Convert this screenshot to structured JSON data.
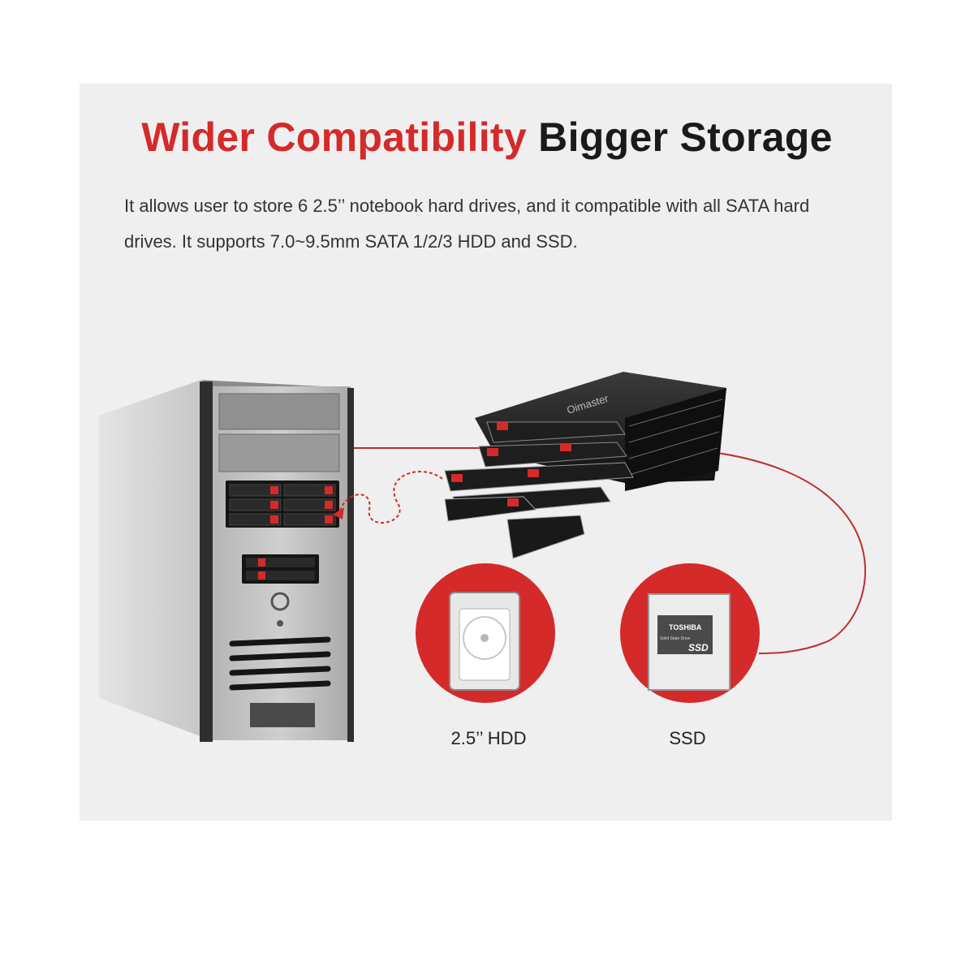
{
  "headline": {
    "accent": "Wider Compatibility",
    "rest": "Bigger Storage",
    "accent_color": "#d42a2a"
  },
  "description": "It allows user to store 6 2.5’’ notebook hard drives, and it compatible with all SATA hard drives. It supports 7.0~9.5mm SATA 1/2/3 HDD and SSD.",
  "enclosure": {
    "brand": "Oimaster"
  },
  "hdd": {
    "caption": "2.5’’ HDD"
  },
  "ssd": {
    "caption": "SSD",
    "brand": "TOSHIBA",
    "label": "SSD",
    "series": "Solid State Drive"
  }
}
